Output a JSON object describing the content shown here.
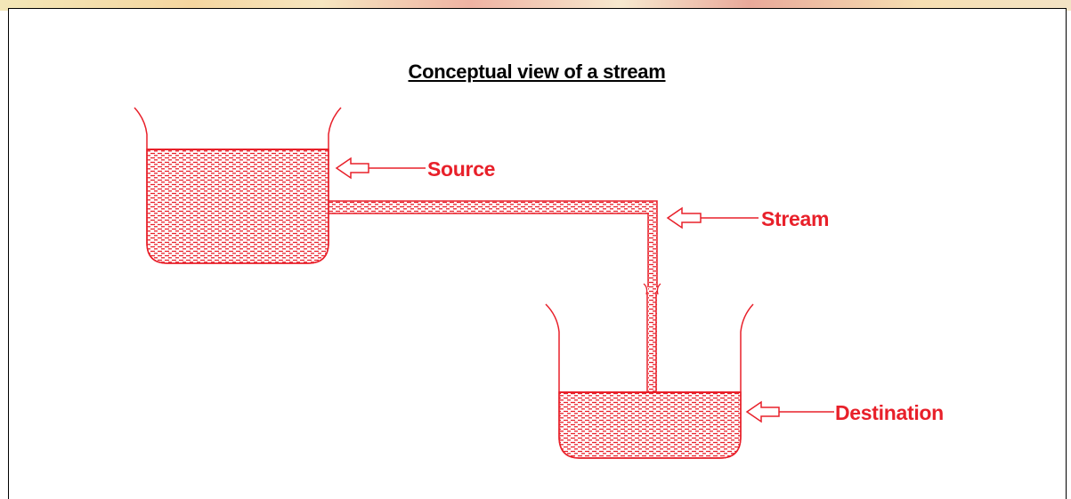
{
  "diagram": {
    "title": "Conceptual view of a stream",
    "labels": {
      "source": "Source",
      "stream": "Stream",
      "destination": "Destination"
    },
    "colors": {
      "accent": "#e8202a",
      "title": "#000000",
      "frame": "#000000"
    }
  }
}
